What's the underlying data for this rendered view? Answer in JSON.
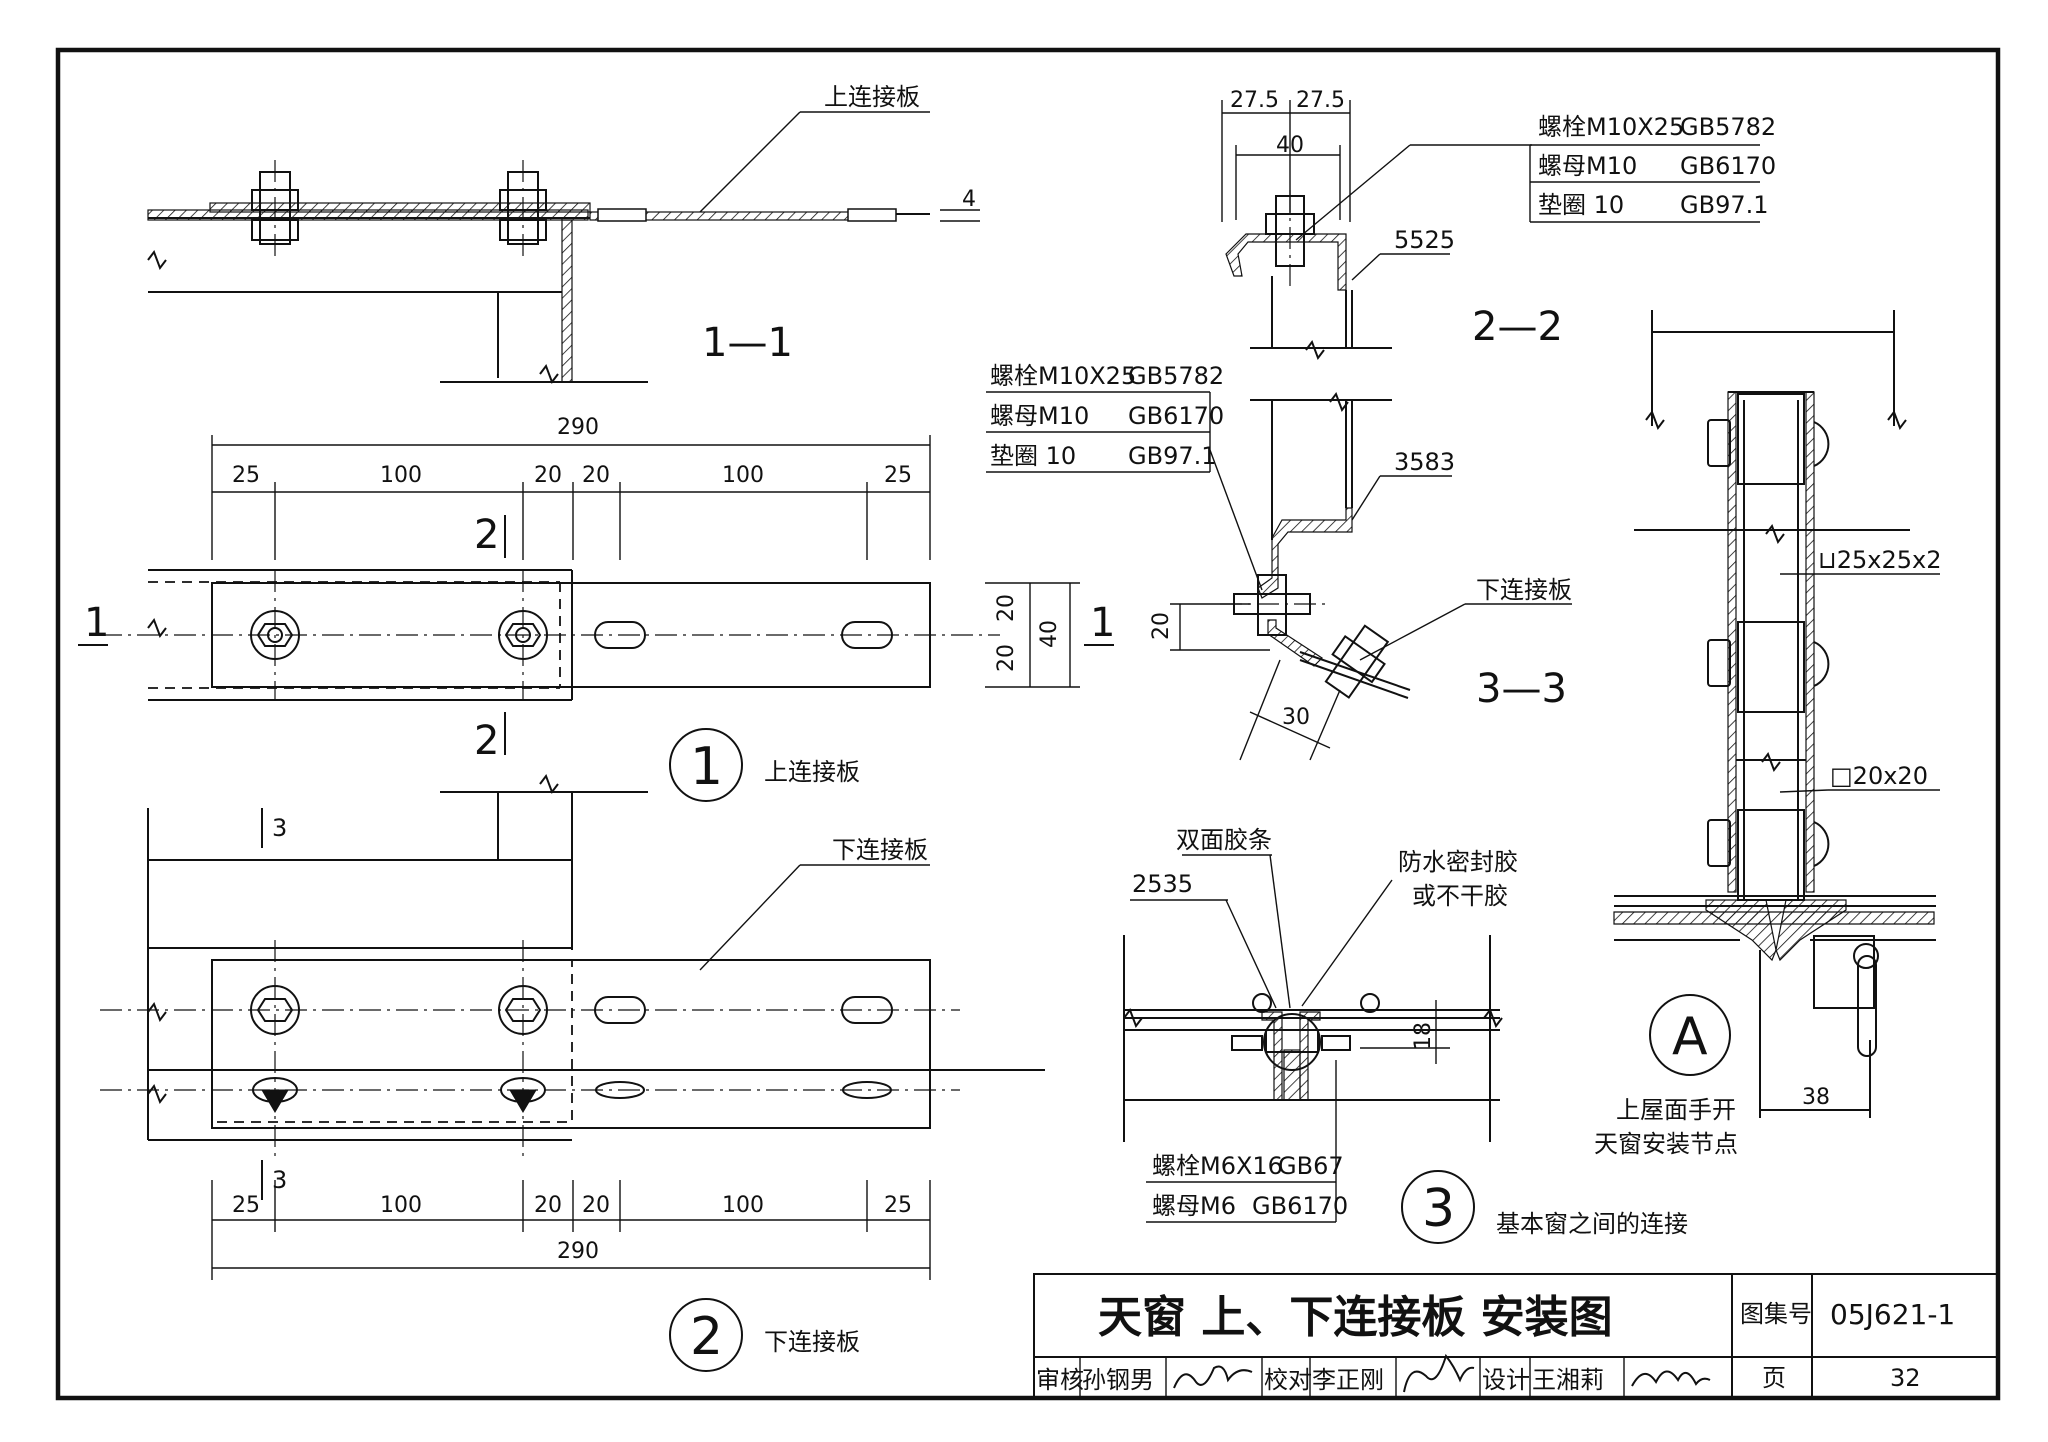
{
  "sheet": {
    "title": "天窗 上、下连接板 安装图",
    "atlas_label": "图集号",
    "atlas_no": "05J621-1",
    "page_label": "页",
    "page_no": "32",
    "signatures": [
      {
        "role": "审核",
        "name": "孙钢男"
      },
      {
        "role": "校对",
        "name": "李正刚"
      },
      {
        "role": "设计",
        "name": "王湘莉"
      }
    ]
  },
  "sections": {
    "s11": "1—1",
    "s22": "2—2",
    "s33": "3—3",
    "mark1": "1",
    "mark2": "2",
    "mark3": "3"
  },
  "labels": {
    "upper_plate": "上连接板",
    "lower_plate": "下连接板",
    "bolt_m10": "螺栓M10X25",
    "bolt_m10_std": "GB5782",
    "nut_m10": "螺母M10",
    "nut_m10_std": "GB6170",
    "washer": "垫圈 10",
    "washer_std": "GB97.1",
    "p5525": "5525",
    "p3583": "3583",
    "p2535": "2535",
    "tape": "双面胶条",
    "sealant_1": "防水密封胶",
    "sealant_2": "或不干胶",
    "bolt_m6": "螺栓M6X16",
    "bolt_m6_std": "GB67",
    "nut_m6": "螺母M6",
    "nut_m6_std": "GB6170",
    "angle": "⊔25x25x2",
    "tube": "□20x20",
    "detail_a_1": "上屋面手开",
    "detail_a_2": "天窗安装节点",
    "detail3_caption": "基本窗之间的连接"
  },
  "details": {
    "d1": {
      "no": "1",
      "caption": "上连接板"
    },
    "d2": {
      "no": "2",
      "caption": "下连接板"
    },
    "d3": {
      "no": "3"
    },
    "dA": {
      "no": "A"
    }
  },
  "dims": {
    "total": "290",
    "d25": "25",
    "d100": "100",
    "d20": "20",
    "d40": "40",
    "d27_5": "27.5",
    "d30": "30",
    "d18": "18",
    "d38": "38",
    "d4": "4"
  }
}
